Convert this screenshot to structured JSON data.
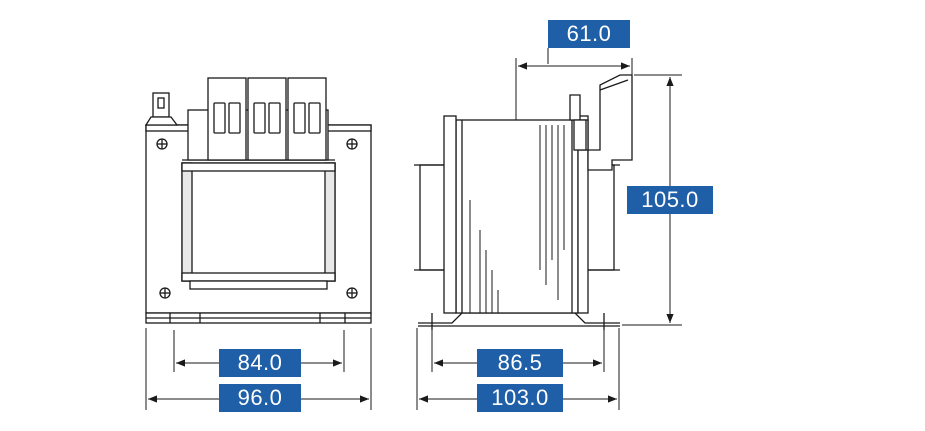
{
  "dimensions": {
    "front_inner_width": "84.0",
    "front_outer_width": "96.0",
    "side_inner_width": "86.5",
    "side_outer_width": "103.0",
    "depth": "61.0",
    "height": "105.0"
  },
  "colors": {
    "label_fill": "#1f5fa8",
    "label_text": "#ffffff",
    "line": "#1a1a1a"
  }
}
